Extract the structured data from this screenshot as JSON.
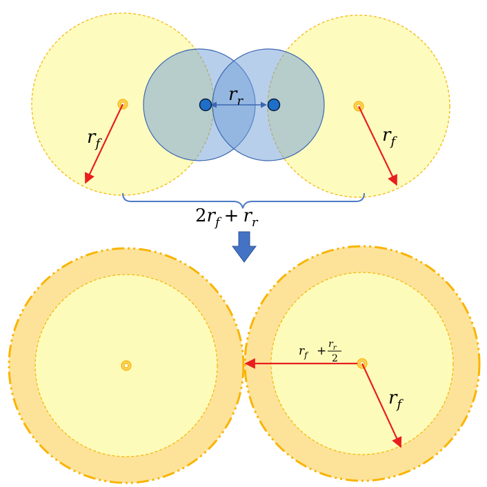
{
  "labels": {
    "r_f": "r",
    "f_sub": "f",
    "r_r": "r",
    "r_sub": "r",
    "two": "2",
    "plus": "+",
    "half_num_sub": "r",
    "half_den": "2"
  },
  "colors": {
    "probe_fill": "#fdfbb9",
    "probe_stroke": "#f5b70a",
    "atom_fill": "#6f9fd8",
    "atom_stroke": "#3c66b0",
    "atom_point": "#1f6fc8",
    "arrow_red": "#e81e1e",
    "brace_blue": "#4a78c4",
    "down_arrow": "#4472c4",
    "outer_ring": "#fde39a",
    "outer_ring_stroke": "#f9b400",
    "center_dot": "#f7b40a"
  },
  "icons": {
    "transform": "down-arrow-icon",
    "probe_center": "probe-center-icon"
  }
}
